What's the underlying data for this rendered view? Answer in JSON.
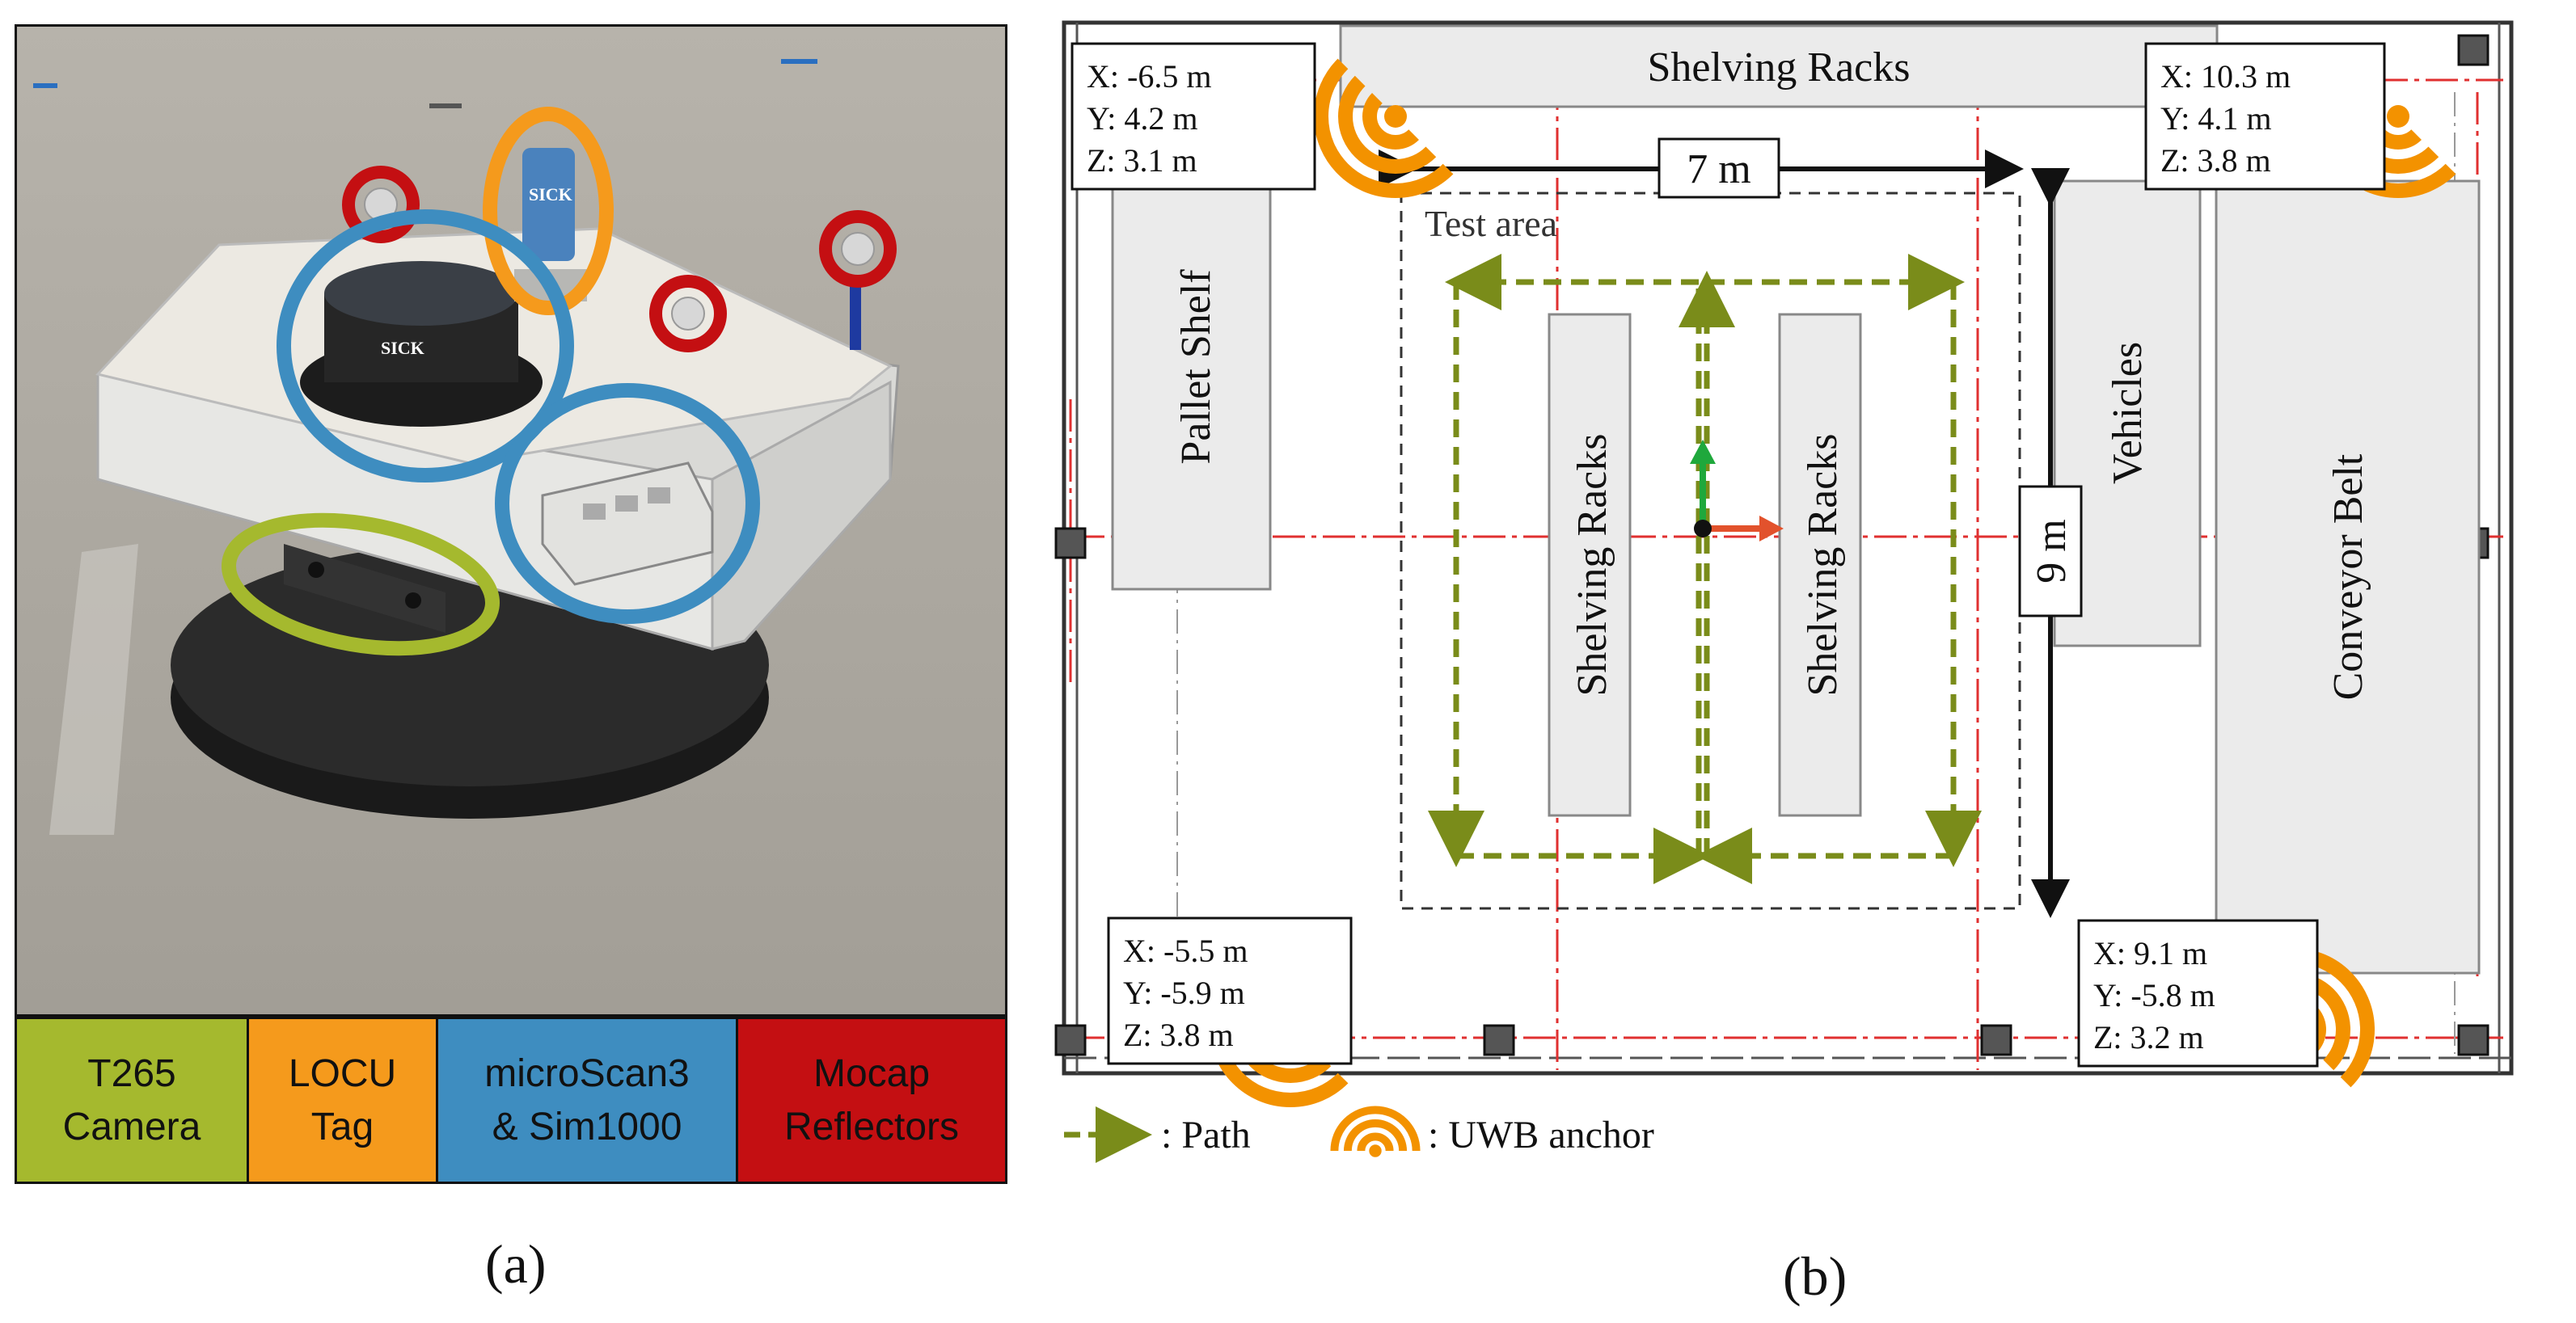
{
  "panel_a": {
    "caption": "(a)",
    "legend": [
      {
        "label": "T265\nCamera",
        "color": "#a5b92e"
      },
      {
        "label": "LOCU\nTag",
        "color": "#f59a1c"
      },
      {
        "label": "microScan3\n& Sim1000",
        "color": "#3e8dc0"
      },
      {
        "label": "Mocap\nReflectors",
        "color": "#c40f12"
      }
    ],
    "device_labels": {
      "scanner_brand": "SICK",
      "tag_brand": "SICK"
    }
  },
  "panel_b": {
    "caption": "(b)",
    "areas": {
      "shelving_top": "Shelving Racks",
      "pallet_shelf": "Pallet Shelf",
      "shelving_left": "Shelving Racks",
      "shelving_right": "Shelving Racks",
      "vehicles": "Vehicles",
      "conveyor_belt": "Conveyor Belt",
      "test_area": "Test area"
    },
    "dimensions": {
      "width": "7 m",
      "height": "9 m"
    },
    "anchors": [
      {
        "x": "X: -6.5 m",
        "y": "Y: 4.2 m",
        "z": "Z: 3.1 m"
      },
      {
        "x": "X: 10.3 m",
        "y": "Y: 4.1 m",
        "z": "Z: 3.8 m"
      },
      {
        "x": "X: -5.5 m",
        "y": "Y: -5.9 m",
        "z": "Z: 3.8 m"
      },
      {
        "x": "X: 9.1 m",
        "y": "Y: -5.8 m",
        "z": "Z: 3.2 m"
      }
    ],
    "legend": {
      "path": ": Path",
      "anchor": ": UWB anchor"
    },
    "colors": {
      "path": "#7a8c1a",
      "anchor": "#f39200",
      "axis_x": "#e2522c",
      "axis_y": "#1fa83c",
      "grid_red": "#e03030"
    }
  }
}
